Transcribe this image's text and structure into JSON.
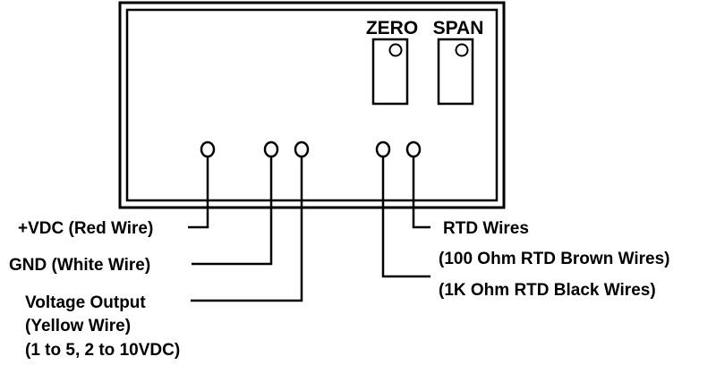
{
  "trimmers": {
    "zero_label": "ZERO",
    "span_label": "SPAN"
  },
  "labels": {
    "vdc": "+VDC (Red Wire)",
    "gnd": "GND (White Wire)",
    "vout_line1": "Voltage Output",
    "vout_line2": "(Yellow Wire)",
    "vout_line3": "(1 to 5, 2 to 10VDC)",
    "rtd_line1": "RTD Wires",
    "rtd_line2": "(100 Ohm RTD Brown Wires)",
    "rtd_line3": "(1K Ohm RTD Black Wires)"
  },
  "colors": {
    "ink": "#000000",
    "background": "#ffffff"
  }
}
